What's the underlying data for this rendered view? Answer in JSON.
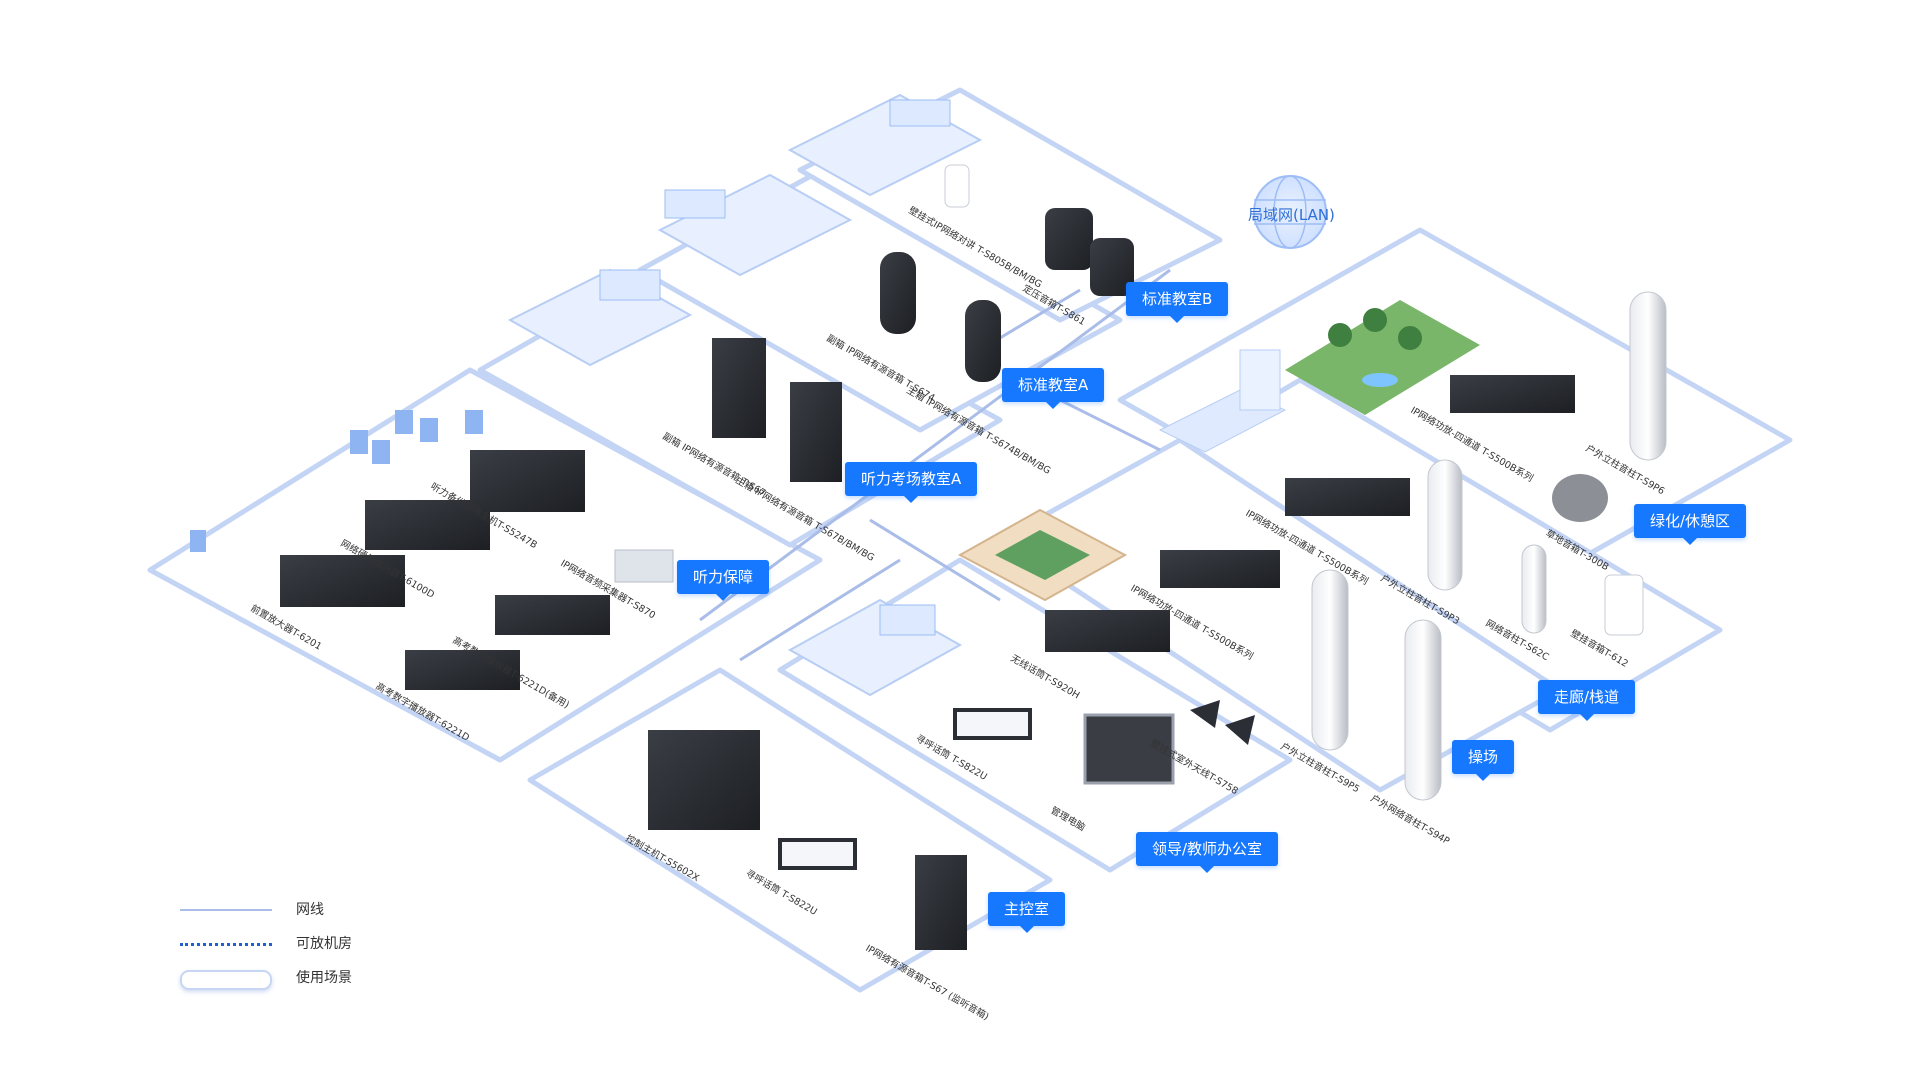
{
  "lan": {
    "label": "局域网(LAN)"
  },
  "zones": [
    {
      "id": "classroom-b",
      "name": "标准教室B"
    },
    {
      "id": "classroom-a",
      "name": "标准教室A"
    },
    {
      "id": "exam-room-a",
      "name": "听力考场教室A"
    },
    {
      "id": "listening",
      "name": "听力保障"
    },
    {
      "id": "green",
      "name": "绿化/休憩区"
    },
    {
      "id": "corridor",
      "name": "走廊/栈道"
    },
    {
      "id": "playground",
      "name": "操场"
    },
    {
      "id": "office",
      "name": "领导/教师办公室"
    },
    {
      "id": "control",
      "name": "主控室"
    }
  ],
  "devices": [
    {
      "id": "d1",
      "label": "壁挂式IP网络对讲 T-S805B/BM/BG"
    },
    {
      "id": "d2",
      "label": "定压音箱T-S861"
    },
    {
      "id": "d3",
      "label": "副箱 IP网络有源音箱 T-S674"
    },
    {
      "id": "d4",
      "label": "主箱 IP网络有源音箱 T-S674B/BM/BG"
    },
    {
      "id": "d5",
      "label": "副箱 IP网络有源音箱 T-S67"
    },
    {
      "id": "d6",
      "label": "主箱 IP网络有源音箱 T-S67B/BM/BG"
    },
    {
      "id": "d7",
      "label": "听力备份保障主机T-S5247B"
    },
    {
      "id": "d8",
      "label": "IP网络音频采集器T-S870"
    },
    {
      "id": "d9",
      "label": "网络硬件编码器T-6100D"
    },
    {
      "id": "d10",
      "label": "前置放大器T-6201"
    },
    {
      "id": "d11",
      "label": "高考数字播放器T-6221D(备用)"
    },
    {
      "id": "d12",
      "label": "高考数字播放器T-6221D"
    },
    {
      "id": "d13",
      "label": "IP网络功放-四通道 T-S500B系列"
    },
    {
      "id": "d14",
      "label": "户外立柱音柱T-S9P6"
    },
    {
      "id": "d15",
      "label": "草地音箱T-300B"
    },
    {
      "id": "d16",
      "label": "IP网络功放-四通道 T-S500B系列"
    },
    {
      "id": "d17",
      "label": "户外立柱音柱T-S9P3"
    },
    {
      "id": "d18",
      "label": "网络音柱T-S62C"
    },
    {
      "id": "d19",
      "label": "壁挂音箱T-612"
    },
    {
      "id": "d20",
      "label": "IP网络功放-四通道 T-S500B系列"
    },
    {
      "id": "d21",
      "label": "无线话筒T-S920H"
    },
    {
      "id": "d22",
      "label": "壁挂式室外天线T-S758"
    },
    {
      "id": "d23",
      "label": "户外立柱音柱T-S9P5"
    },
    {
      "id": "d24",
      "label": "户外网络音柱T-S94P"
    },
    {
      "id": "d25",
      "label": "寻呼话筒 T-S822U"
    },
    {
      "id": "d26",
      "label": "管理电脑"
    },
    {
      "id": "d27",
      "label": "控制主机T-S5602X"
    },
    {
      "id": "d28",
      "label": "寻呼话筒 T-S822U"
    },
    {
      "id": "d29",
      "label": "IP网络有源音箱T-S67 (监听音箱)"
    }
  ],
  "legend": [
    {
      "label": "网线"
    },
    {
      "label": "可放机房"
    },
    {
      "label": "使用场景"
    }
  ],
  "colors": {
    "accent": "#1677ff",
    "platform_border": "#c3d4f5",
    "network_line": "#a9bde8",
    "device_dark": "#2a2d33",
    "text_dark": "#333333"
  }
}
